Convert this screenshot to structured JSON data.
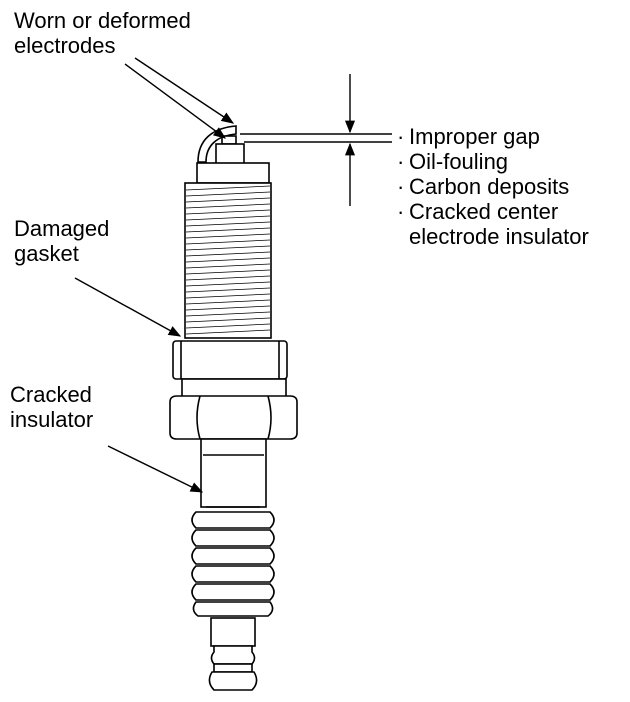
{
  "labels": {
    "worn_line1": "Worn or deformed",
    "worn_line2": "electrodes",
    "damaged_line1": "Damaged",
    "damaged_line2": "gasket",
    "cracked_line1": "Cracked",
    "cracked_line2": "insulator"
  },
  "tip_conditions": [
    {
      "text": "Improper gap"
    },
    {
      "text": "Oil-fouling"
    },
    {
      "text": "Carbon deposits"
    },
    {
      "text": "Cracked center",
      "text2": "electrode insulator"
    }
  ],
  "bullet_char": "·",
  "colors": {
    "line": "#000000",
    "background": "#ffffff"
  }
}
